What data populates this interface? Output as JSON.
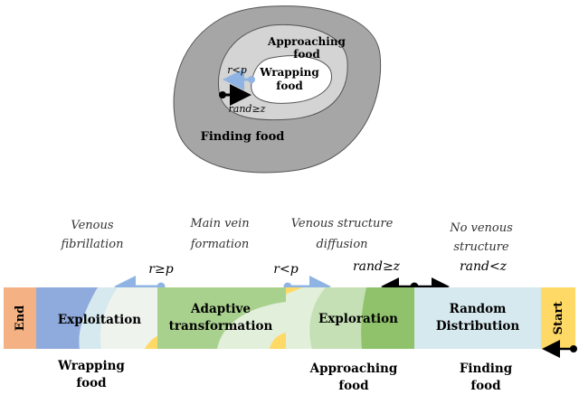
{
  "top_diagram": {
    "outer_label": "Finding food",
    "middle_label": [
      "Approaching",
      "food"
    ],
    "inner_label": [
      "Wrapping",
      "food"
    ],
    "arrow_inward_label": "rand≥z",
    "arrow_outward_label": "r<p"
  },
  "phases": {
    "end_label": "End",
    "start_label": "Start",
    "segments": [
      {
        "label": [
          "Exploitation"
        ]
      },
      {
        "label": [
          "Adaptive",
          "transformation"
        ]
      },
      {
        "label": [
          "Exploration"
        ]
      },
      {
        "label": [
          "Random",
          "Distribution"
        ]
      }
    ],
    "top_annotations": [
      [
        "Venous",
        "fibrillation"
      ],
      [
        "Main vein",
        "formation"
      ],
      [
        "Venous structure",
        "diffusion"
      ],
      [
        "No venous",
        "structure"
      ]
    ],
    "conditions": {
      "c1": "r≥p",
      "c2": "r<p",
      "c3": "rand≥z",
      "c4": "rand<z"
    },
    "bottom_labels": [
      [
        "Wrapping",
        "food"
      ],
      [
        "Approaching",
        "food"
      ],
      [
        "Finding",
        "food"
      ]
    ]
  },
  "colors": {
    "outer_region": "#a6a6a6",
    "middle_region": "#d4d4d4",
    "arrow_blue": "#8fb4e3",
    "end_box": "#f4b183",
    "start_box": "#ffd966",
    "exploitation": "#8faadc",
    "adaptive": "#a9d18e",
    "exploration": "#a9d18e",
    "random": "#d6e9ee"
  }
}
